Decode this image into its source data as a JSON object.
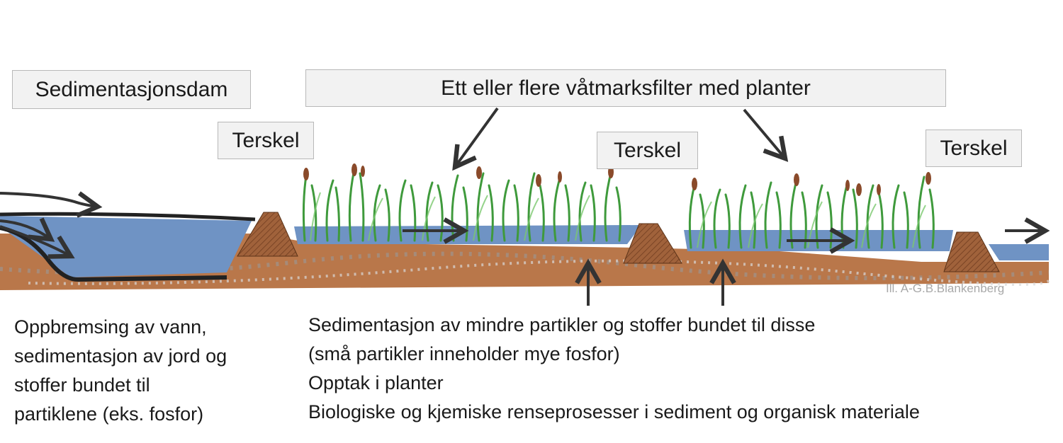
{
  "labels": {
    "sedimentation_pond": "Sedimentasjonsdam",
    "wetland_filter": "Ett eller flere våtmarksfilter med planter",
    "threshold_1": "Terskel",
    "threshold_2": "Terskel",
    "threshold_3": "Terskel"
  },
  "left_description": [
    "Oppbremsing av vann,",
    "sedimentasjon av jord og",
    "stoffer bundet til",
    "partiklene (eks. fosfor)"
  ],
  "right_description": [
    "Sedimentasjon av mindre partikler og stoffer bundet til disse",
    "(små partikler inneholder mye fosfor)",
    "Opptak i planter",
    "Biologiske og kjemiske renseprosesser i sediment og organisk materiale"
  ],
  "credit": "Ill. A-G.B.Blankenberg",
  "colors": {
    "water": "#6f93c4",
    "soil": "#b9774a",
    "dam": "#a0623b",
    "plant": "#3f9a3c",
    "arrow": "#333333"
  }
}
